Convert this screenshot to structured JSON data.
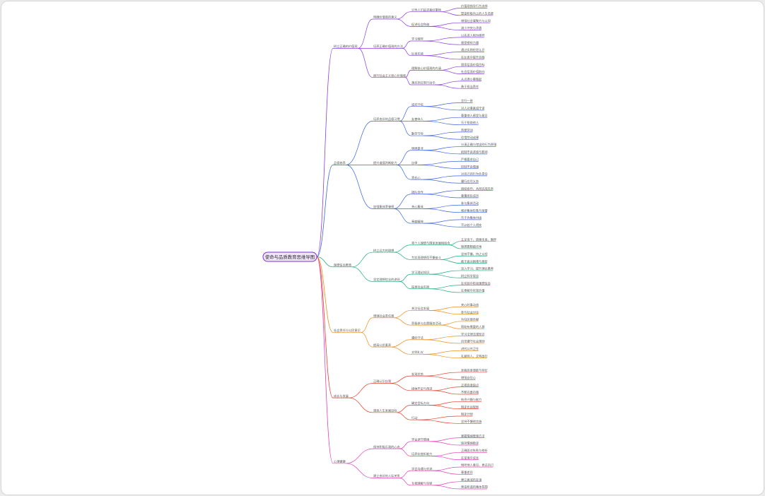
{
  "title": "使命与品质教育思维导图",
  "colors": {
    "branches": [
      "#8a3de0",
      "#3b62e6",
      "#1fae79",
      "#f08c1c",
      "#e6402b",
      "#e63fb8"
    ],
    "root_border": "#7b2fd8",
    "root_background": "#efe6fb"
  },
  "branches": [
    {
      "label": "树立正确的价值观",
      "children": [
        {
          "label": "明确价值观的意义",
          "children": [
            {
              "label": "引导人们追求美好事物",
              "children": [
                "价值观指导行为选择",
                "塑造积极向上的人生态度"
              ]
            },
            {
              "label": "促进社会和谐",
              "children": [
                "增强社会凝聚力与认同",
                "减少冲突与矛盾"
              ]
            }
          ]
        },
        {
          "label": "培养正确价值观的方法",
          "children": [
            {
              "label": "学习榜样",
              "children": [
                "以先进人物为榜样",
                "感受榜样力量"
              ]
            },
            {
              "label": "反思实践",
              "children": [
                "通过实践检验认识",
                "在反思中提升自我"
              ]
            }
          ]
        },
        {
          "label": "践行社会主义核心价值观",
          "children": [
            {
              "label": "理解核心价值观的内涵",
              "children": [
                "国家层面价值目标",
                "社会层面价值取向"
              ]
            },
            {
              "label": "落实到日常行动中",
              "children": [
                "从点滴小事做起",
                "勇于担当责任"
              ]
            }
          ]
        }
      ]
    },
    {
      "label": "品德修养",
      "children": [
        {
          "label": "培养良好的品德习惯",
          "children": [
            {
              "label": "诚实守信",
              "children": [
                "言行一致",
                "对人对事真诚守诺"
              ]
            },
            {
              "label": "友善待人",
              "children": [
                "尊重他人感受与意见",
                "乐于帮助他人"
              ]
            },
            {
              "label": "勤劳节俭",
              "children": [
                "热爱劳动",
                "珍惜劳动成果"
              ]
            }
          ]
        },
        {
          "label": "提升道德判断能力",
          "children": [
            {
              "label": "明辨是非",
              "children": [
                "分清正确与错误的行为界限",
                "抵制不良诱惑与影响"
              ]
            },
            {
              "label": "自律",
              "children": [
                "严格要求自己",
                "控制不良情绪"
              ]
            },
            {
              "label": "责任心",
              "children": [
                "对自己的行为负责任",
                "履行应尽义务"
              ]
            }
          ]
        },
        {
          "label": "加强集体荣誉感",
          "children": [
            {
              "label": "团队合作",
              "children": [
                "团结协作，共同完成任务",
                "尊重团队成员"
              ]
            },
            {
              "label": "关心集体",
              "children": [
                "参与集体活动",
                "维护集体形象与荣誉"
              ]
            },
            {
              "label": "奉献精神",
              "children": [
                "乐于为集体付出",
                "不计较个人得失"
              ]
            }
          ]
        }
      ]
    },
    {
      "label": "理想信念教育",
      "children": [
        {
          "label": "树立远大的理想",
          "children": [
            {
              "label": "将个人理想与国家发展相结合",
              "children": [
                "立足当下，放眼未来，胸怀",
                "理想要脚踏实地"
              ]
            },
            {
              "label": "为实现理想而不懈奋斗",
              "children": [
                "坚持不懈，持之以恒",
                "敢于面对困难与挫折"
              ]
            }
          ]
        },
        {
          "label": "坚定理想信念的途径",
          "children": [
            {
              "label": "学习理论知识",
              "children": [
                "深入学习，提升理论素养",
                "树立科学观念"
              ]
            },
            {
              "label": "投身社会实践",
              "children": [
                "在实践中检验理想信念",
                "在奉献中实现价值"
              ]
            }
          ]
        }
      ]
    },
    {
      "label": "社会责任与公民意识",
      "children": [
        {
          "label": "增强社会责任感",
          "children": [
            {
              "label": "关注社会发展",
              "children": [
                "关心时事动态",
                "参与社会讨论"
              ]
            },
            {
              "label": "积极参与志愿服务活动",
              "children": [
                "为社区做贡献",
                "帮助有需要的人群"
              ]
            }
          ]
        },
        {
          "label": "提高公民素养",
          "children": [
            {
              "label": "遵纪守法",
              "children": [
                "学习法律法规知识",
                "自觉遵守社会规则"
              ]
            },
            {
              "label": "文明礼仪",
              "children": [
                "讲究公共卫生",
                "礼貌待人，文明出行"
              ]
            }
          ]
        }
      ]
    },
    {
      "label": "成长与发展",
      "children": [
        {
          "label": "正确认识自我",
          "children": [
            {
              "label": "发现优势",
              "children": [
                "发掘自身潜能与特长",
                "增强自信心"
              ]
            },
            {
              "label": "接纳不足与改进",
              "children": [
                "正视自身缺点",
                "不断完善自我"
              ]
            }
          ]
        },
        {
          "label": "规划人生发展目标",
          "children": [
            {
              "label": "确定目标方向",
              "children": [
                "结合兴趣与能力",
                "制定长远规划"
              ]
            },
            {
              "label": "行动",
              "children": [
                "制定计划",
                "坚持不懈地实施"
              ]
            }
          ]
        }
      ]
    },
    {
      "label": "心理健康",
      "children": [
        {
          "label": "保持积极乐观的心态",
          "children": [
            {
              "label": "学会调节情绪",
              "children": [
                "掌握情绪管理方法",
                "保持情绪稳定"
              ]
            },
            {
              "label": "培养抗挫折能力",
              "children": [
                "正确面对失败与挫折",
                "在逆境中成长"
              ]
            }
          ]
        },
        {
          "label": "建立良好的人际关系",
          "children": [
            {
              "label": "学会沟通与交流",
              "children": [
                "倾听他人意见，表达自己",
                "尊重差异"
              ]
            },
            {
              "label": "互相理解与包容",
              "children": [
                "建立真诚的友谊",
                "营造和谐的集体氛围"
              ]
            }
          ]
        }
      ]
    }
  ]
}
